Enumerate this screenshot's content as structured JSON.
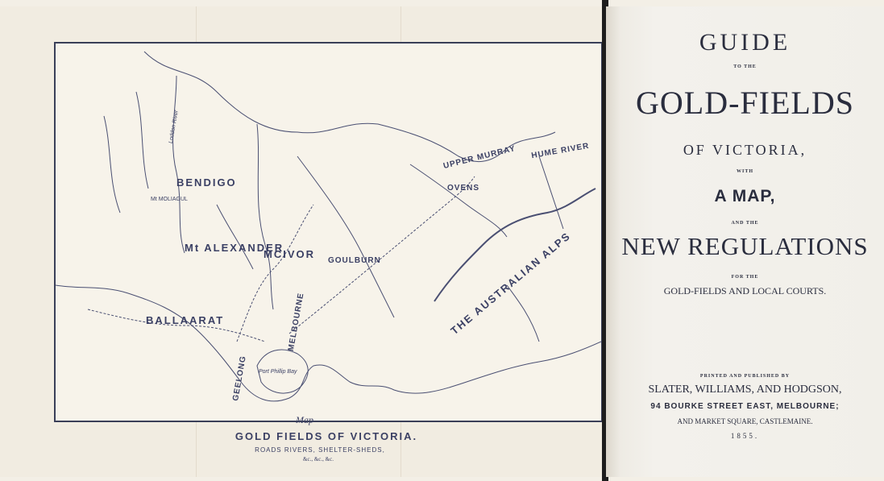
{
  "map": {
    "labels": {
      "bendigo": "BENDIGO",
      "mt_alexander": "Mt ALEXANDER",
      "mcivor": "MCIVOR",
      "goulburn": "GOULBURN",
      "ballaarat": "BALLAARAT",
      "upper_murray": "UPPER MURRAY",
      "hume_river": "HUME RIVER",
      "ovens": "OVENS",
      "australian_alps": "THE AUSTRALIAN ALPS",
      "geelong": "GEELONG",
      "port_phillip": "Port Phillip Bay",
      "melbourne": "MELBOURNE",
      "loddon_river": "Loddon River",
      "mt_moliagul": "Mt MOLIAGUL"
    },
    "caption": {
      "map_word": "Map",
      "title": "GOLD FIELDS OF VICTORIA.",
      "subtitle": "ROADS RIVERS, SHELTER-SHEDS,",
      "etc": "&c., &c., &c."
    }
  },
  "title_page": {
    "guide": "GUIDE",
    "to_the": "TO THE",
    "gold_fields": "GOLD-FIELDS",
    "of_victoria": "OF VICTORIA,",
    "with": "WITH",
    "a_map": "A MAP,",
    "and_the": "AND THE",
    "new_regulations": "NEW REGULATIONS",
    "for_the": "FOR THE",
    "gold_fields_courts": "GOLD-FIELDS AND LOCAL COURTS.",
    "printed_by": "PRINTED AND PUBLISHED BY",
    "publisher": "SLATER, WILLIAMS, AND HODGSON,",
    "street": "94 BOURKE STREET EAST, MELBOURNE;",
    "market": "AND MARKET SQUARE, CASTLEMAINE.",
    "year": "1855."
  }
}
